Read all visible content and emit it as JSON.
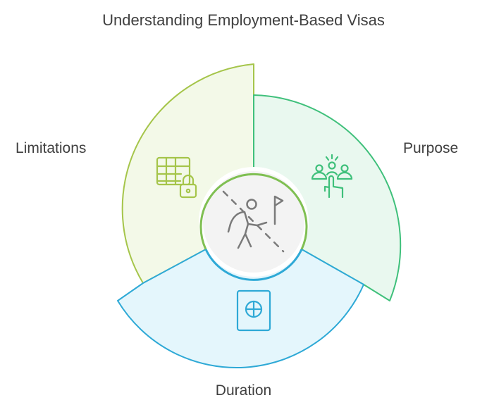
{
  "title": "Understanding Employment-Based Visas",
  "segments": [
    {
      "label": "Limitations",
      "icon": "locked-table-icon",
      "fill": "#f3f9e8",
      "stroke": "#a5c54a"
    },
    {
      "label": "Purpose",
      "icon": "team-selection-icon",
      "fill": "#e9f8ef",
      "stroke": "#3fc07b"
    },
    {
      "label": "Duration",
      "icon": "passport-icon",
      "fill": "#e4f6fc",
      "stroke": "#2ea9d6"
    }
  ],
  "center": {
    "icon": "no-walking-flag-icon",
    "fill": "#f3f3f3",
    "stroke": "#7fbf52"
  }
}
